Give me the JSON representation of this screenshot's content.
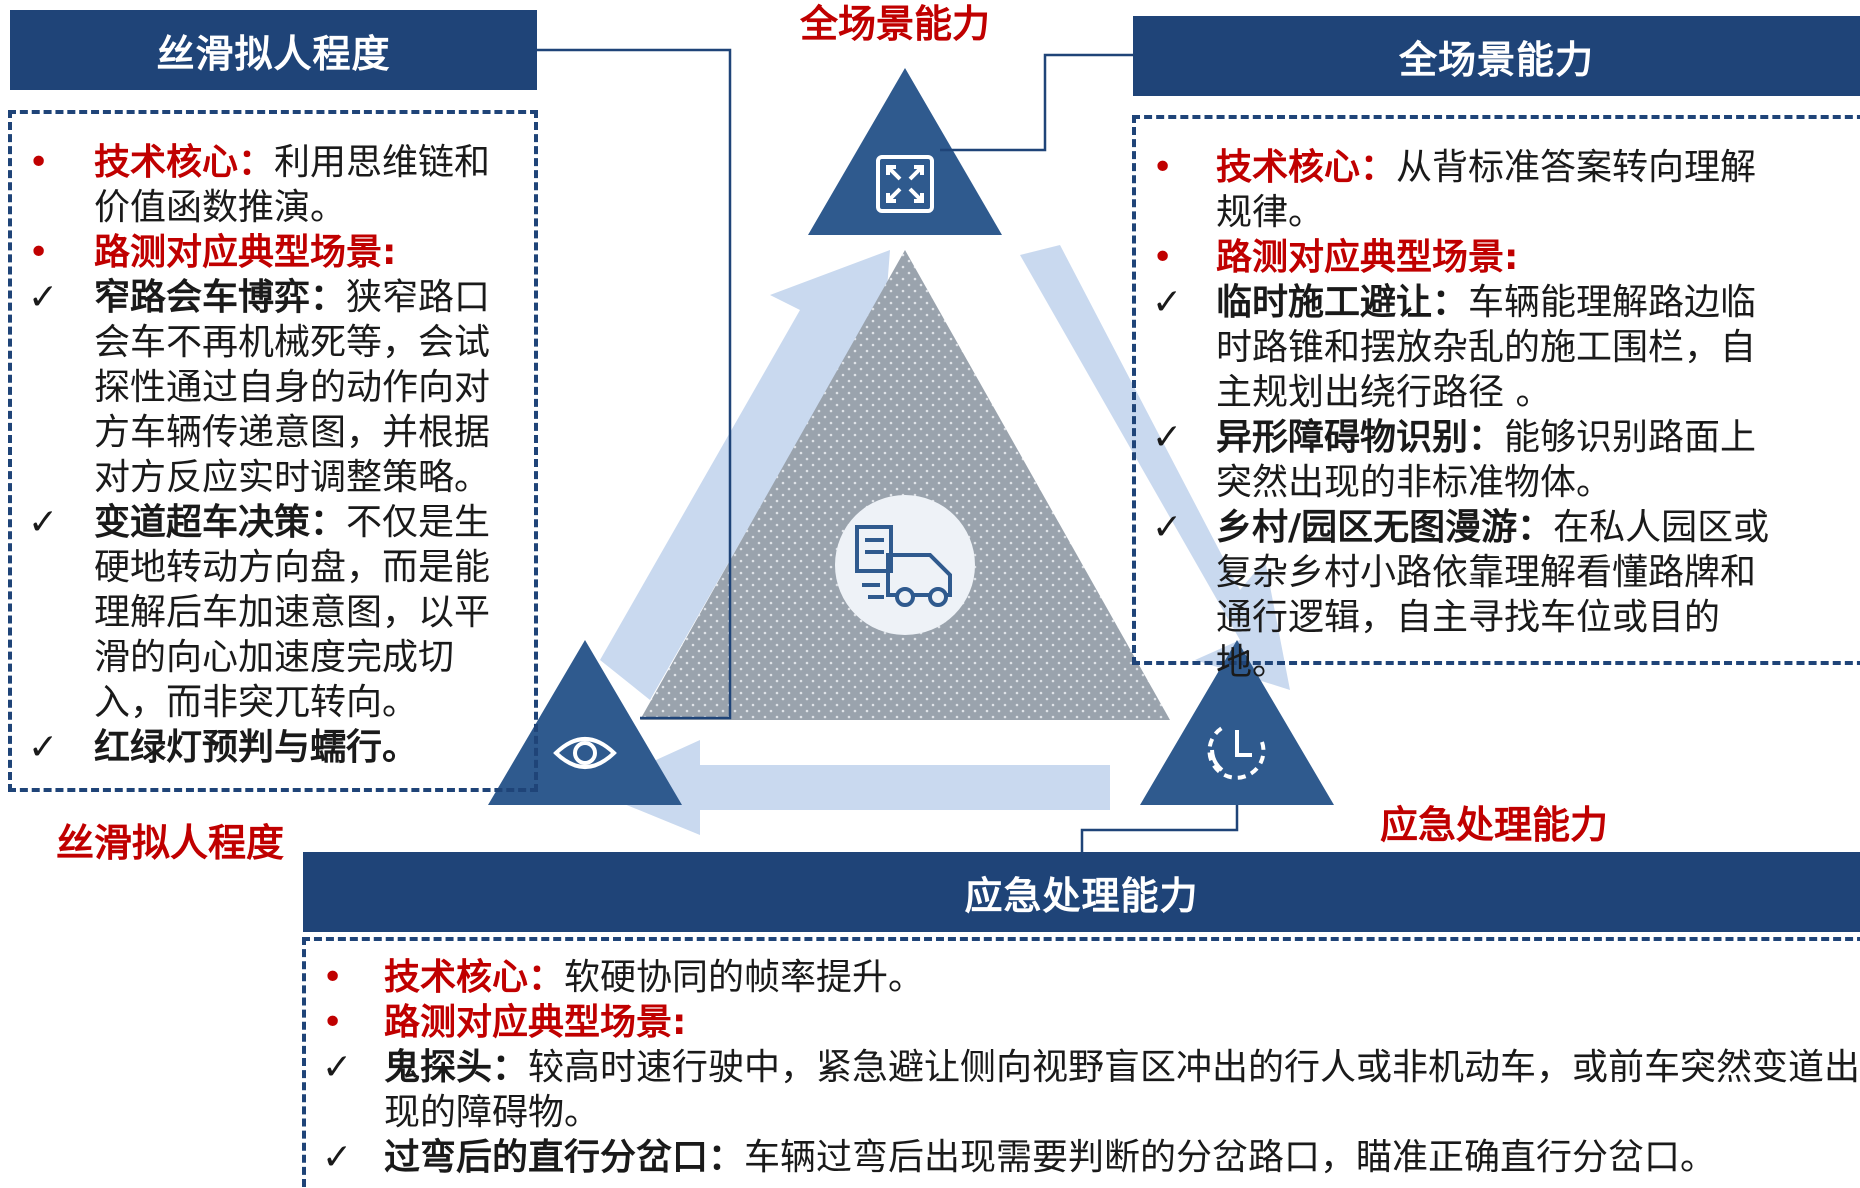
{
  "top_center_label": "全场景能力",
  "left_outer_label": "丝滑拟人程度",
  "right_outer_label": "应急处理能力",
  "left_panel": {
    "title": "丝滑拟人程度",
    "core_label": "技术核心",
    "core_sep": "：",
    "core_text": "利用思维链和价值函数推演。",
    "scenes_label": "路测对应典型场景:",
    "items": [
      {
        "title": "窄路会车博弈",
        "sep": "：",
        "text": "狭窄路口会车不再机械死等，会试探性通过自身的动作向对方车辆传递意图，并根据对方反应实时调整策略。"
      },
      {
        "title": "变道超车决策",
        "sep": "：",
        "text": "不仅是生硬地转动方向盘，而是能理解后车加速意图，以平滑的向心加速度完成切入，而非突兀转向。"
      },
      {
        "title": "红绿灯预判与蠕行。",
        "sep": "",
        "text": ""
      }
    ]
  },
  "right_panel": {
    "title": "全场景能力",
    "core_label": "技术核心",
    "core_sep": "：",
    "core_text": "从背标准答案转向理解规律。",
    "scenes_label": "路测对应典型场景:",
    "items": [
      {
        "title": "临时施工避让",
        "sep": "：",
        "text": "车辆能理解路边临时路锥和摆放杂乱的施工围栏，自主规划出绕行路径 。"
      },
      {
        "title": "异形障碍物识别",
        "sep": "：",
        "text": "能够识别路面上突然出现的非标准物体。"
      },
      {
        "title": "乡村/园区无图漫游",
        "sep": "：",
        "text": "在私人园区或复杂乡村小路依靠理解看懂路牌和通行逻辑，自主寻找车位或目的地。"
      }
    ]
  },
  "bottom_panel": {
    "title": "应急处理能力",
    "core_label": "技术核心",
    "core_sep": "：",
    "core_text": "软硬协同的帧率提升。",
    "scenes_label": "路测对应典型场景:",
    "items": [
      {
        "title": "鬼探头",
        "sep": "：",
        "text": "较高时速行驶中，紧急避让侧向视野盲区冲出的行人或非机动车，或前车突然变道出现的障碍物。"
      },
      {
        "title": "过弯后的直行分岔口",
        "sep": "：",
        "text": "车辆过弯后出现需要判断的分岔路口，瞄准正确直行分岔口。"
      }
    ]
  },
  "marks": {
    "bullet": "•",
    "check": "✓"
  },
  "icons": [
    "expand-icon",
    "eye-icon",
    "timer-icon",
    "car-delivery-icon"
  ],
  "colors": {
    "navy": "#1f4478",
    "red": "#c00000",
    "light_blue": "#c9d9ef",
    "gray": "#9aa3ad",
    "tri_blue": "#2f5a8e"
  }
}
